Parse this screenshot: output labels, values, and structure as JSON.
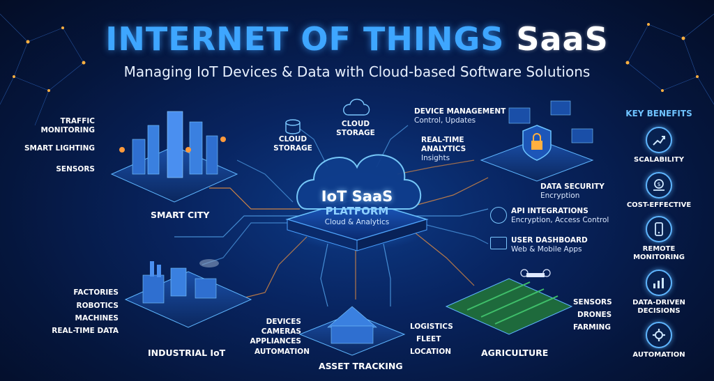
{
  "header": {
    "title_part1": "INTERNET OF THINGS",
    "title_part2": "SaaS",
    "subtitle": "Managing IoT Devices & Data with Cloud-based Software Solutions"
  },
  "platform": {
    "line1": "IoT SaaS",
    "line2": "PLATFORM",
    "line3": "Cloud & Analytics"
  },
  "top_labels": {
    "cloud_storage_left": "CLOUD\nSTORAGE",
    "cloud_storage_top": "CLOUD\nSTORAGE",
    "device_management": "DEVICE MANAGEMENT",
    "device_management_sub": "Control, Updates",
    "realtime_analytics": "REAL-TIME\nANALYTICS",
    "realtime_analytics_sub": "Insights"
  },
  "right_labels": {
    "data_security": "DATA SECURITY",
    "data_security_sub": "Encryption",
    "api_integrations": "API INTEGRATIONS",
    "api_integrations_sub": "Encryption, Access Control",
    "user_dashboard": "USER DASHBOARD",
    "user_dashboard_sub": "Web & Mobile Apps"
  },
  "smart_city": {
    "title": "SMART CITY",
    "items": [
      "TRAFFIC\nMONITORING",
      "SMART LIGHTING",
      "SENSORS"
    ]
  },
  "industrial": {
    "title": "INDUSTRIAL IoT",
    "items": [
      "FACTORIES",
      "ROBOTICS",
      "MACHINES",
      "REAL-TIME DATA"
    ]
  },
  "asset_tracking": {
    "title": "ASSET TRACKING",
    "left_items": [
      "DEVICES",
      "CAMERAS",
      "APPLIANCES",
      "AUTOMATION"
    ],
    "right_items": [
      "LOGISTICS",
      "FLEET",
      "LOCATION"
    ]
  },
  "agriculture": {
    "title": "AGRICULTURE",
    "items": [
      "SENSORS",
      "DRONES",
      "FARMING"
    ]
  },
  "key_benefits": {
    "title": "KEY BENEFITS",
    "items": [
      {
        "label": "SCALABILITY",
        "icon": "growth-chart-icon"
      },
      {
        "label": "COST-EFFECTIVE",
        "icon": "coin-hand-icon"
      },
      {
        "label": "REMOTE\nMONITORING",
        "icon": "smartphone-signal-icon"
      },
      {
        "label": "DATA-DRIVEN\nDECISIONS",
        "icon": "bar-chart-icon"
      },
      {
        "label": "AUTOMATION",
        "icon": "gear-icon"
      }
    ]
  },
  "colors": {
    "accent_blue": "#3ea6ff",
    "background": "#06122e",
    "glow": "#5fb6ff",
    "trace_orange": "#ff9a3c"
  }
}
